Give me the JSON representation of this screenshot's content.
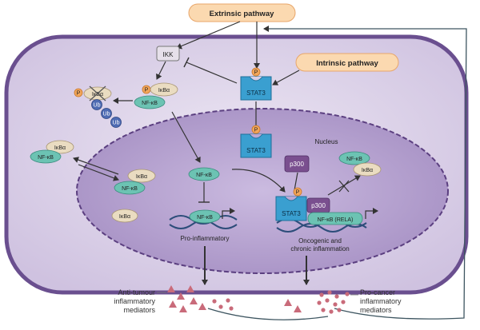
{
  "labels": {
    "extrinsic": "Extrinsic pathway",
    "intrinsic": "Intrinsic pathway",
    "nucleus": "Nucleus",
    "ikk": "IKK",
    "p": "P",
    "ub": "Ub",
    "ikba": "IκBα",
    "nfkb": "NF-κB",
    "nfkb_rela": "NF-κB (RELA)",
    "stat3": "STAT3",
    "p300": "p300",
    "pro_inflammatory": "Pro-inflammatory",
    "oncogenic_line1": "Oncogenic and",
    "oncogenic_line2": "chronic inflammation",
    "anti_tumour_line1": "Anti-tumour",
    "anti_tumour_line2": "inflammatory",
    "anti_tumour_line3": "mediators",
    "pro_cancer_line1": "Pro-cancer",
    "pro_cancer_line2": "inflammatory",
    "pro_cancer_line3": "mediators"
  },
  "colors": {
    "cell_fill": "#d8cfe6",
    "cell_border": "#6a4f8f",
    "nucleus_fill": "#b9a6d2",
    "nfkb": "#6cc3b3",
    "ikba": "#eadcc1",
    "stat3": "#3a9fd0",
    "p300": "#7a4f8f",
    "phospho": "#f2a65a",
    "ub": "#4e6bb3",
    "pathway_box": "#fbd9b0"
  }
}
